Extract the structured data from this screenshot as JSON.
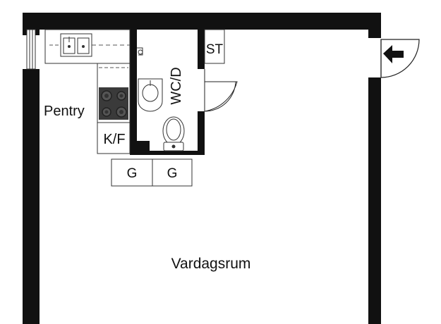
{
  "rooms": {
    "living_room": "Vardagsrum",
    "kitchenette": "Pentry",
    "bathroom": "WC/D",
    "storage": "ST",
    "fridge_freezer": "K/F"
  },
  "wardrobes": [
    "G",
    "G"
  ],
  "icons": [
    "entrance-arrow-icon",
    "sink-icon",
    "stove-icon",
    "toilet-icon",
    "washbasin-icon",
    "faucet-icon",
    "window-icon",
    "door-swing-icon"
  ]
}
